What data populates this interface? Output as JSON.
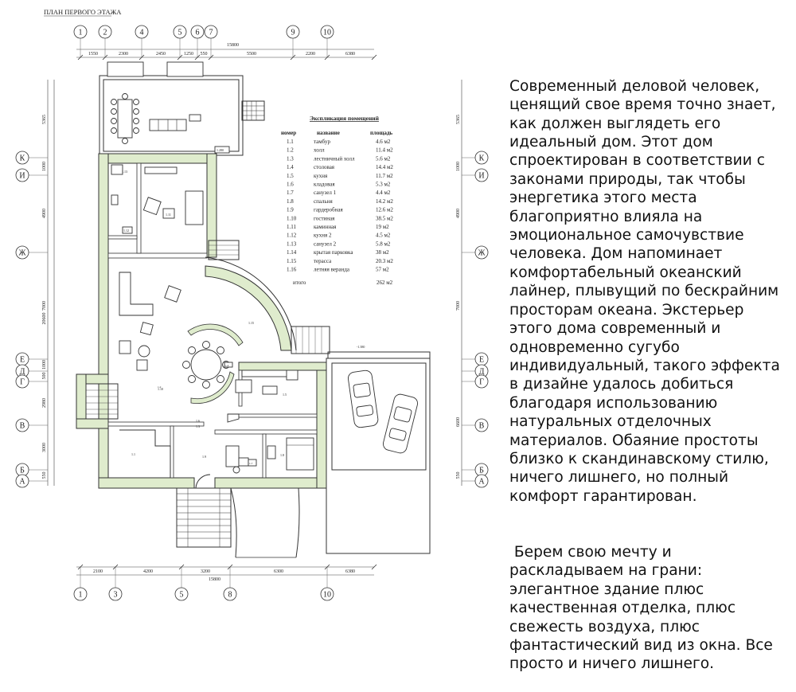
{
  "plan_title": "ПЛАН ПЕРВОГО ЭТАЖА",
  "axes_top": [
    "1",
    "2",
    "4",
    "5",
    "6",
    "7",
    "9",
    "10"
  ],
  "axes_bottom": [
    "1",
    "3",
    "5",
    "8",
    "10"
  ],
  "axes_left": [
    "К",
    "И",
    "Ж",
    "Е",
    "Д",
    "Г",
    "В",
    "Б",
    "А"
  ],
  "dims_top": [
    "1550",
    "2300",
    "2450",
    "1250",
    "550",
    "5500",
    "2200",
    "6380"
  ],
  "dim_top_total": "15800",
  "dims_bottom": [
    "2100",
    "4200",
    "3200",
    "6300",
    "6380"
  ],
  "dim_bottom_total": "15800",
  "dims_left": [
    "5365",
    "1000",
    "4900",
    "7000",
    "20600",
    "1000",
    "500",
    "2980",
    "3000",
    "550"
  ],
  "dims_right": [
    "5365",
    "1000",
    "4900",
    "7000",
    "6600",
    "550"
  ],
  "room_tags": [
    "1.280",
    "1.13",
    "1.12",
    "1.11",
    "1.10",
    "1.9",
    "1.8",
    "1.7",
    "1.6",
    "1.5",
    "1.4",
    "1.3",
    "1.2",
    "1.1",
    "1.14",
    "1.15",
    "1.16",
    "-1.380"
  ],
  "explication": {
    "title": "Экспликация помещений",
    "headers": [
      "номер",
      "название",
      "площадь"
    ],
    "rows": [
      [
        "1.1",
        "тамбур",
        "4.6 м2"
      ],
      [
        "1.2",
        "холл",
        "11.4 м2"
      ],
      [
        "1.3",
        "лестничный холл",
        "5.6 м2"
      ],
      [
        "1.4",
        "столовая",
        "14.4 м2"
      ],
      [
        "1.5",
        "кухня",
        "11.7 м2"
      ],
      [
        "1.6",
        "кладовая",
        "5.3 м2"
      ],
      [
        "1.7",
        "санузел 1",
        "4.4 м2"
      ],
      [
        "1.8",
        "спальня",
        "14.2 м2"
      ],
      [
        "1.9",
        "гардеробная",
        "12.6 м2"
      ],
      [
        "1.10",
        "гостиная",
        "38.5 м2"
      ],
      [
        "1.11",
        "каминная",
        "19 м2"
      ],
      [
        "1.12",
        "кухня 2",
        "4.5 м2"
      ],
      [
        "1.13",
        "санузел 2",
        "5.8 м2"
      ],
      [
        "1.14",
        "крытая парковка",
        "38 м2"
      ],
      [
        "1.15",
        "терасса",
        "20.3 м2"
      ],
      [
        "1.16",
        "летняя веранда",
        "57 м2"
      ]
    ],
    "total_label": "итого",
    "total_value": "262 м2"
  },
  "description": {
    "p1": "Современный деловой человек, ценящий свое время точно знает, как должен выглядеть его идеальный дом. Этот дом спроектирован в соответствии с законами природы, так чтобы энергетика этого места благоприятно влияла на эмоциональное самочувствие человека. Дом напоминает комфортабельный океанский лайнер, плывущий по бескрайним просторам океана. Экстерьер этого дома современный и одновременно сугубо индивидуальный, такого эффекта в дизайне удалось добиться благодаря использованию натуральных отделочных материалов. Обаяние простоты близко к скандинавскому стилю, ничего лишнего, но полный комфорт гарантирован.",
    "p2": " Берем свою мечту и раскладываем на грани: элегантное здание плюс качественная отделка, плюс свежесть воздуха, плюс фантастический вид из окна. Все просто и ничего лишнего."
  }
}
